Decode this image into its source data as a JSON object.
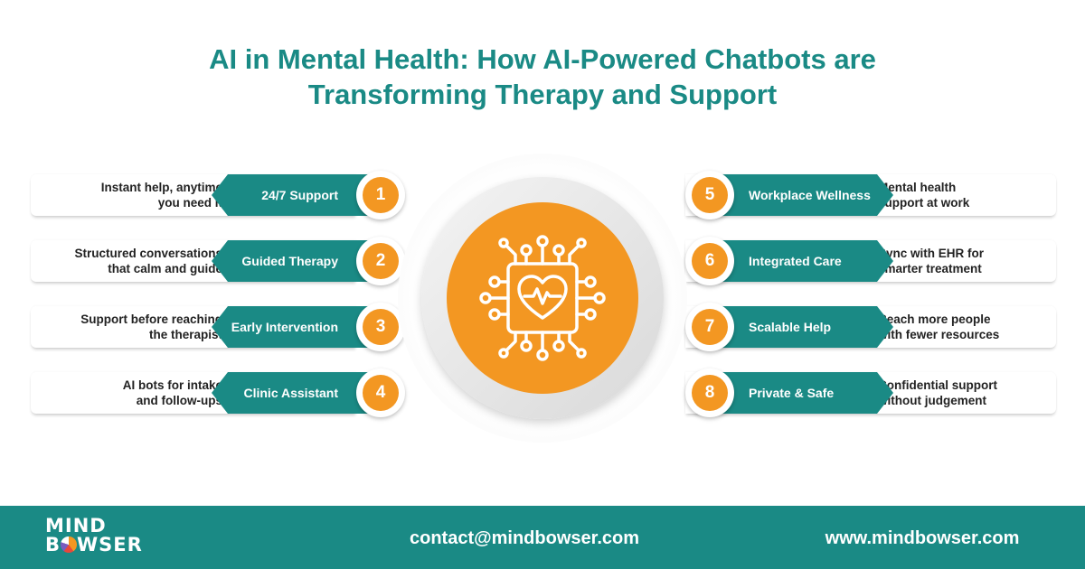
{
  "title": {
    "line1": "AI in Mental Health: How AI-Powered Chatbots are",
    "line2": "Transforming Therapy and Support"
  },
  "colors": {
    "teal": "#1a8a85",
    "orange": "#f39722"
  },
  "center_icon": "heart-chip-icon",
  "left_items": [
    {
      "number": "1",
      "label": "24/7 Support",
      "desc1": "Instant help, anytime",
      "desc2": "you need it"
    },
    {
      "number": "2",
      "label": "Guided Therapy",
      "desc1": "Structured conversations",
      "desc2": "that calm and guide"
    },
    {
      "number": "3",
      "label": "Early Intervention",
      "desc1": "Support before reaching",
      "desc2": "the therapist"
    },
    {
      "number": "4",
      "label": "Clinic Assistant",
      "desc1": "AI bots for intake",
      "desc2": "and follow-ups"
    }
  ],
  "right_items": [
    {
      "number": "5",
      "label": "Workplace Wellness",
      "desc1": "Mental health",
      "desc2": "support at work"
    },
    {
      "number": "6",
      "label": "Integrated Care",
      "desc1": "Sync with EHR for",
      "desc2": "smarter treatment"
    },
    {
      "number": "7",
      "label": "Scalable Help",
      "desc1": "Reach more people",
      "desc2": "with fewer resources"
    },
    {
      "number": "8",
      "label": "Private & Safe",
      "desc1": "Confidential support",
      "desc2": "without judgement"
    }
  ],
  "footer": {
    "logo_line1": "MIND",
    "logo_line2a": "B",
    "logo_line2b": "WSER",
    "contact": "contact@mindbowser.com",
    "website": "www.mindbowser.com"
  }
}
